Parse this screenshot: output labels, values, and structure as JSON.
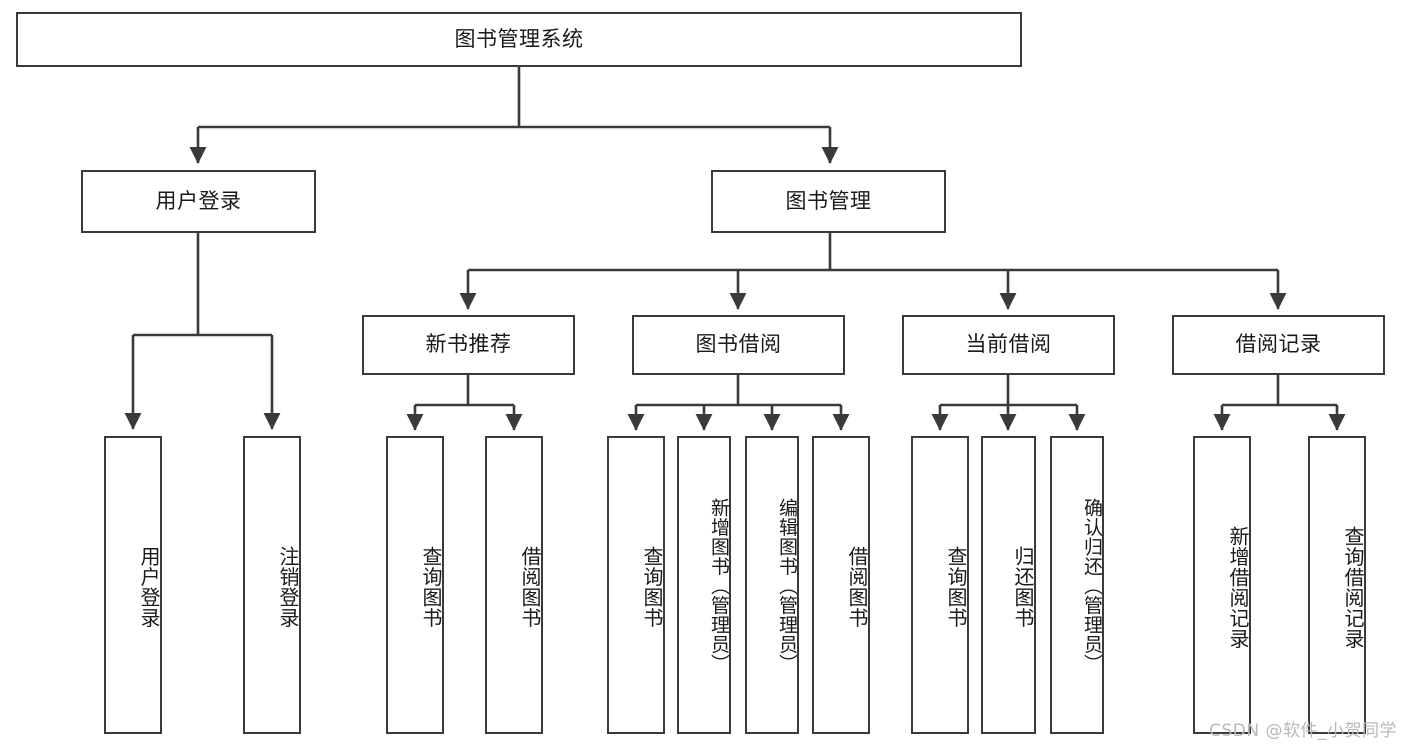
{
  "diagram": {
    "type": "tree-hierarchy-diagram",
    "title": "图书管理系统",
    "colors": {
      "stroke": "#3a3a3a",
      "fill": "#ffffff",
      "text": "#1a1a1a",
      "watermark": "#b9b9b9"
    },
    "root": {
      "label": "图书管理系统"
    },
    "level2": [
      {
        "label": "用户登录"
      },
      {
        "label": "图书管理"
      }
    ],
    "level3": [
      {
        "label": "新书推荐"
      },
      {
        "label": "图书借阅"
      },
      {
        "label": "当前借阅"
      },
      {
        "label": "借阅记录"
      }
    ],
    "leaves": {
      "user_login": [
        {
          "label": "用户登录"
        },
        {
          "label": "注销登录"
        }
      ],
      "new_book_recommend": [
        {
          "label": "查询图书"
        },
        {
          "label": "借阅图书"
        }
      ],
      "book_borrow": [
        {
          "label": "查询图书"
        },
        {
          "label": "新增图书（管理员）"
        },
        {
          "label": "编辑图书（管理员）"
        },
        {
          "label": "借阅图书"
        }
      ],
      "current_borrow": [
        {
          "label": "查询图书"
        },
        {
          "label": "归还图书"
        },
        {
          "label": "确认归还（管理员）"
        }
      ],
      "borrow_record": [
        {
          "label": "新增借阅记录"
        },
        {
          "label": "查询借阅记录"
        }
      ]
    }
  },
  "watermark": {
    "text": "CSDN @软件_小贺同学"
  }
}
